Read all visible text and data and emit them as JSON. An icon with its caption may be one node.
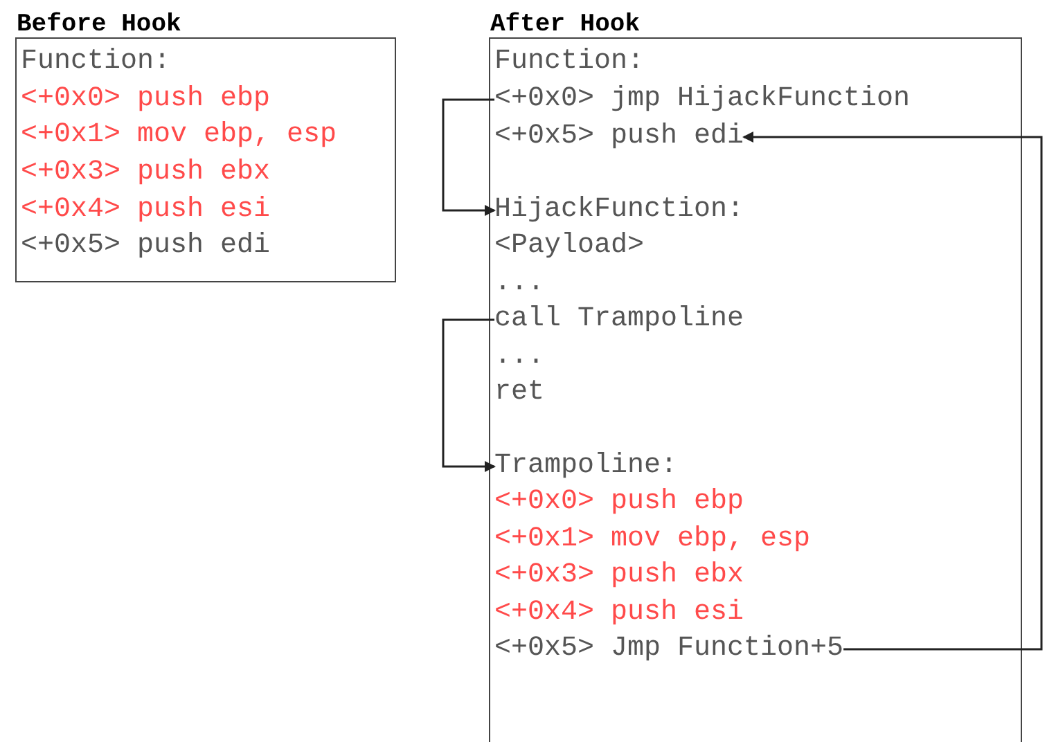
{
  "diagram": {
    "nodes": [
      {
        "text": [
          "Before Hook"
        ]
      },
      {
        "text": [
          "Function:"
        ],
        "in": 0
      },
      {
        "text": [
          "<+0x0> push ebp"
        ],
        "in": 0
      },
      {
        "text": [
          "<+0x1> mov ebp, esp"
        ],
        "in": 0
      },
      {
        "text": [
          "<+0x3> push ebx"
        ],
        "in": 0
      },
      {
        "text": [
          "<+0x4> push esi"
        ],
        "in": 0
      },
      {
        "text": [
          "<+0x5> push edi"
        ],
        "in": 0
      },
      {
        "text": [
          "After Hook"
        ]
      },
      {
        "text": [
          "Function:"
        ],
        "in": 7
      },
      {
        "text": [
          "<+0x0> jmp HijackFunction"
        ],
        "in": 7
      },
      {
        "text": [
          "<+0x5> push edi"
        ],
        "in": 7
      },
      {
        "text": [
          "HijackFunction:"
        ],
        "in": 7
      },
      {
        "text": [
          "<Payload>"
        ],
        "in": 7
      },
      {
        "text": [
          "..."
        ],
        "in": 7
      },
      {
        "text": [
          "call Trampoline"
        ],
        "in": 7
      },
      {
        "text": [
          "..."
        ],
        "in": 7
      },
      {
        "text": [
          "ret"
        ],
        "in": 7
      },
      {
        "text": [
          "Trampoline:"
        ],
        "in": 7
      },
      {
        "text": [
          "<+0x0> push ebp"
        ],
        "in": 7
      },
      {
        "text": [
          "<+0x1> mov ebp, esp"
        ],
        "in": 7
      },
      {
        "text": [
          "<+0x3> push ebx"
        ],
        "in": 7
      },
      {
        "text": [
          "<+0x4> push esi"
        ],
        "in": 7
      },
      {
        "text": [
          "<+0x5> Jmp Function+5"
        ],
        "in": 7
      }
    ],
    "edges": [
      {
        "from": 9,
        "to": 11,
        "arrow": "to"
      },
      {
        "from": 14,
        "to": 17,
        "arrow": "to"
      },
      {
        "from": 22,
        "to": 10,
        "arrow": "to"
      }
    ]
  }
}
